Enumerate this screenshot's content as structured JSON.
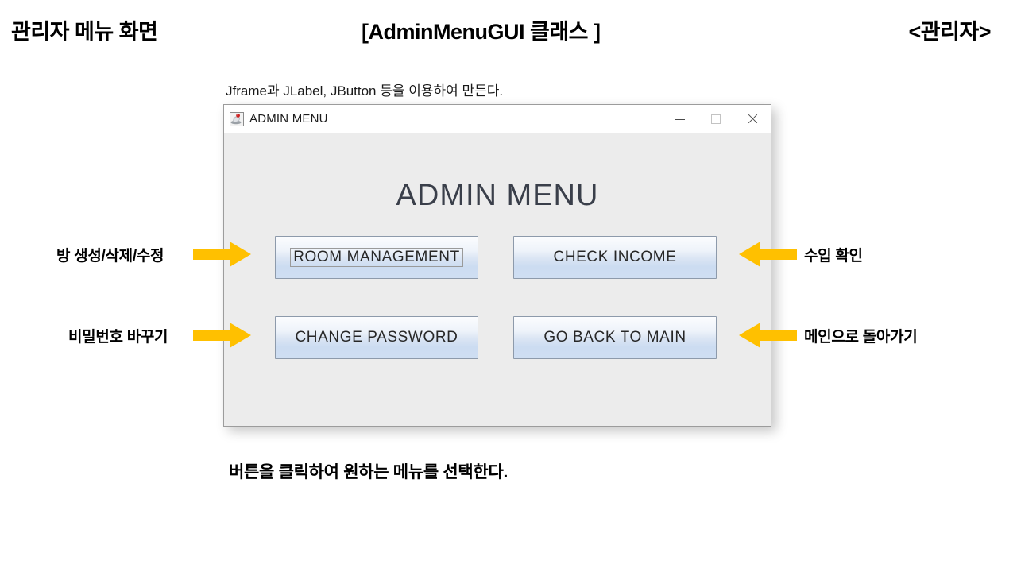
{
  "slide": {
    "header_left": "관리자 메뉴 화면",
    "header_center": "[AdminMenuGUI 클래스 ]",
    "header_right": "<관리자>",
    "note_top": "Jframe과 JLabel, JButton 등을 이용하여 만든다.",
    "caption_bottom": "버튼을 클릭하여 원하는 메뉴를 선택한다."
  },
  "window": {
    "title": "ADMIN MENU",
    "icon": "java-duke-icon",
    "controls": {
      "minimize": "minimize-icon",
      "maximize": "maximize-icon",
      "close": "close-icon"
    },
    "heading": "ADMIN MENU",
    "buttons": [
      {
        "label": "ROOM MANAGEMENT",
        "focused": true
      },
      {
        "label": "CHECK INCOME",
        "focused": false
      },
      {
        "label": "CHANGE PASSWORD",
        "focused": false
      },
      {
        "label": "GO BACK TO MAIN",
        "focused": false
      }
    ]
  },
  "annotations": {
    "left": [
      {
        "text": "방 생성/삭제/수정",
        "arrow": "arrow-right-icon"
      },
      {
        "text": "비밀번호 바꾸기",
        "arrow": "arrow-right-icon"
      }
    ],
    "right": [
      {
        "text": "수입 확인",
        "arrow": "arrow-left-icon"
      },
      {
        "text": "메인으로 돌아가기",
        "arrow": "arrow-left-icon"
      }
    ]
  },
  "colors": {
    "arrow_fill": "#FFC000",
    "window_bg": "#ECECEC",
    "button_accent": "#CCDCF1",
    "heading_text": "#3A3F4A"
  }
}
